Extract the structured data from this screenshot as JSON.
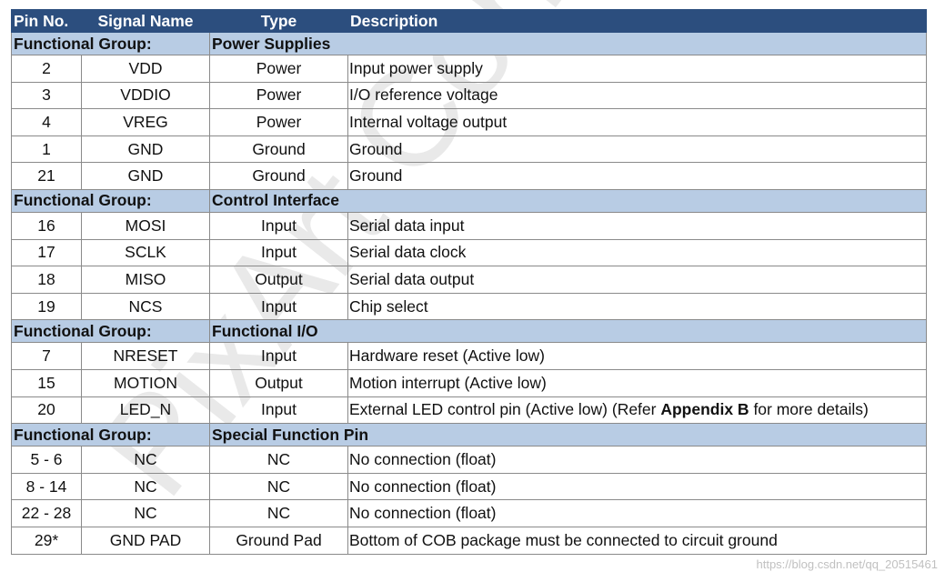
{
  "headers": {
    "pin_no": "Pin No.",
    "signal_name": "Signal Name",
    "type": "Type",
    "description": "Description"
  },
  "group_label": "Functional Group:",
  "groups": [
    {
      "name": "Power Supplies",
      "rows": [
        {
          "pin": "2",
          "signal": "VDD",
          "type": "Power",
          "desc": "Input power supply"
        },
        {
          "pin": "3",
          "signal": "VDDIO",
          "type": "Power",
          "desc": "I/O reference voltage"
        },
        {
          "pin": "4",
          "signal": "VREG",
          "type": "Power",
          "desc": "Internal voltage output"
        },
        {
          "pin": "1",
          "signal": "GND",
          "type": "Ground",
          "desc": "Ground"
        },
        {
          "pin": "21",
          "signal": "GND",
          "type": "Ground",
          "desc": "Ground"
        }
      ]
    },
    {
      "name": "Control Interface",
      "rows": [
        {
          "pin": "16",
          "signal": "MOSI",
          "type": "Input",
          "desc": "Serial data input"
        },
        {
          "pin": "17",
          "signal": "SCLK",
          "type": "Input",
          "desc": "Serial data clock"
        },
        {
          "pin": "18",
          "signal": "MISO",
          "type": "Output",
          "desc": "Serial data output"
        },
        {
          "pin": "19",
          "signal": "NCS",
          "type": "Input",
          "desc": "Chip select"
        }
      ]
    },
    {
      "name": "Functional I/O",
      "rows": [
        {
          "pin": "7",
          "signal": "NRESET",
          "type": "Input",
          "desc": "Hardware reset (Active low)"
        },
        {
          "pin": "15",
          "signal": "MOTION",
          "type": "Output",
          "desc": "Motion interrupt (Active low)"
        },
        {
          "pin": "20",
          "signal": "LED_N",
          "type": "Input",
          "desc_pre": "External LED control pin (Active low) (Refer ",
          "desc_bold": "Appendix B",
          "desc_post": " for more details)"
        }
      ]
    },
    {
      "name": "Special Function Pin",
      "rows": [
        {
          "pin": "5 - 6",
          "signal": "NC",
          "type": "NC",
          "desc": "No connection (float)"
        },
        {
          "pin": "8 - 14",
          "signal": "NC",
          "type": "NC",
          "desc": "No connection (float)"
        },
        {
          "pin": "22 - 28",
          "signal": "NC",
          "type": "NC",
          "desc": "No connection (float)"
        },
        {
          "pin": "29*",
          "signal": "GND PAD",
          "type": "Ground Pad",
          "desc": "Bottom of COB package must be connected to circuit ground"
        }
      ]
    }
  ],
  "watermark": "PixArt Con",
  "source_mark": "https://blog.csdn.net/qq_20515461",
  "colors": {
    "header_bg": "#2c4e7e",
    "group_bg": "#b8cce4"
  }
}
